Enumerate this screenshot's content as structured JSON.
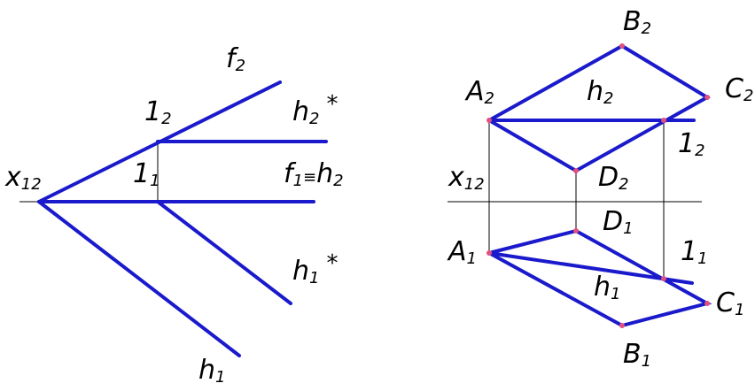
{
  "colors": {
    "line": "#1a1acc",
    "thin": "#000000",
    "point": "#e05080"
  },
  "left": {
    "x12": {
      "main": "x",
      "sub": "12"
    },
    "f2": {
      "main": "f",
      "sub": "2"
    },
    "p12": {
      "main": "1",
      "sub": "2"
    },
    "h2s": {
      "main": "h",
      "sub": "2",
      "star": "*"
    },
    "p11": {
      "main": "1",
      "sub": "1"
    },
    "f1h2": {
      "m1": "f",
      "s1": "1",
      "eq": "≡",
      "m2": "h",
      "s2": "2"
    },
    "h1s": {
      "main": "h",
      "sub": "1",
      "star": "*"
    },
    "h1": {
      "main": "h",
      "sub": "1"
    }
  },
  "right": {
    "B2": {
      "main": "B",
      "sub": "2"
    },
    "A2": {
      "main": "A",
      "sub": "2"
    },
    "h2": {
      "main": "h",
      "sub": "2"
    },
    "C2": {
      "main": "C",
      "sub": "2"
    },
    "p12": {
      "main": "1",
      "sub": "2"
    },
    "x12": {
      "main": "x",
      "sub": "12"
    },
    "D2": {
      "main": "D",
      "sub": "2"
    },
    "D1": {
      "main": "D",
      "sub": "1"
    },
    "A1": {
      "main": "A",
      "sub": "1"
    },
    "p11": {
      "main": "1",
      "sub": "1"
    },
    "h1": {
      "main": "h",
      "sub": "1"
    },
    "C1": {
      "main": "C",
      "sub": "1"
    },
    "B1": {
      "main": "B",
      "sub": "1"
    }
  }
}
